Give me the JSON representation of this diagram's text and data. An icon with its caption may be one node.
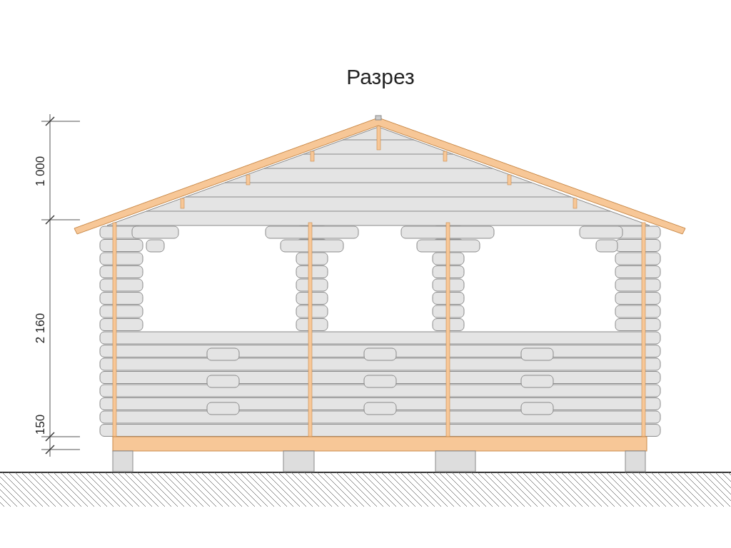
{
  "diagram": {
    "title": "Разрез",
    "labels": [
      "1 000",
      "2 160",
      "150"
    ]
  }
}
